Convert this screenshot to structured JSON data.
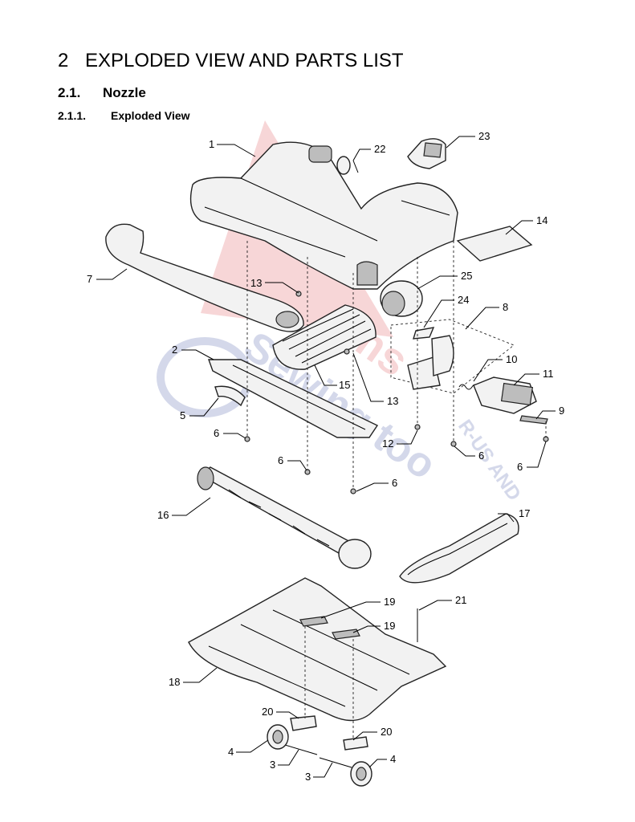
{
  "heading": {
    "number": "2",
    "title": "EXPLODED VIEW AND PARTS LIST"
  },
  "subheading": {
    "number": "2.1.",
    "title": "Nozzle"
  },
  "subsubheading": {
    "number": "2.1.1.",
    "title": "Exploded View"
  },
  "callouts": {
    "c1": "1",
    "c2": "2",
    "c3a": "3",
    "c3b": "3",
    "c4a": "4",
    "c4b": "4",
    "c5": "5",
    "c6a": "6",
    "c6b": "6",
    "c6c": "6",
    "c6d": "6",
    "c6e": "6",
    "c7": "7",
    "c8": "8",
    "c9": "9",
    "c10": "10",
    "c11": "11",
    "c12": "12",
    "c13a": "13",
    "c13b": "13",
    "c14": "14",
    "c15": "15",
    "c16": "16",
    "c17": "17",
    "c18": "18",
    "c19a": "19",
    "c19b": "19",
    "c20a": "20",
    "c20b": "20",
    "c21": "21",
    "c22": "22",
    "c23": "23",
    "c24": "24",
    "c25": "25"
  },
  "watermark": {
    "line1": "Vacuums",
    "line2": "Sewing too",
    "tag": "R-US AND",
    "color": "#d9474c"
  }
}
